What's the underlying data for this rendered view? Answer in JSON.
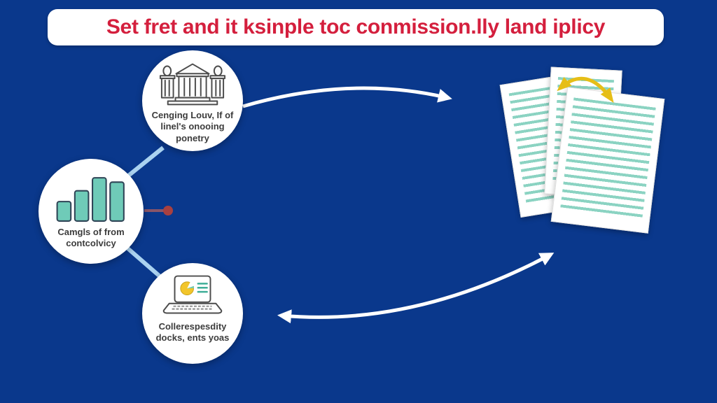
{
  "title": "Set fret and it ksinple toc conmission.lly land iplicy",
  "nodes": [
    {
      "id": "institution",
      "icon": "bank-building-icon",
      "label": "Cenging Louv, If of\nlinel's onooing\nponetry"
    },
    {
      "id": "metrics",
      "icon": "bar-chart-icon",
      "label": "Camgls of from\ncontcolvicy"
    },
    {
      "id": "reports",
      "icon": "laptop-chart-icon",
      "label": "Collerespesdity\ndocks, ents yoas"
    }
  ],
  "illustration": {
    "name": "document-stack",
    "page_count": 3,
    "swap_arrow": "curved-double-arrow-icon"
  },
  "arrows": [
    {
      "name": "top-flow-arrow",
      "direction": "right",
      "color": "#ffffff"
    },
    {
      "name": "bottom-flow-arrow",
      "direction": "both",
      "color": "#ffffff"
    },
    {
      "name": "document-swap-arrow",
      "direction": "both",
      "color": "#e6be17"
    }
  ],
  "colors": {
    "background": "#0a388c",
    "title_red": "#d41f3d",
    "banner_bg": "#ffffff",
    "icon_teal": "#6fcbb8",
    "doc_line_teal": "#8bd3c2",
    "connector_blue": "#aad2f0",
    "connector_red": "#8a5568",
    "dot_red": "#a84040",
    "arrow_yellow": "#e6be17",
    "pie_yellow": "#f2c52a"
  }
}
